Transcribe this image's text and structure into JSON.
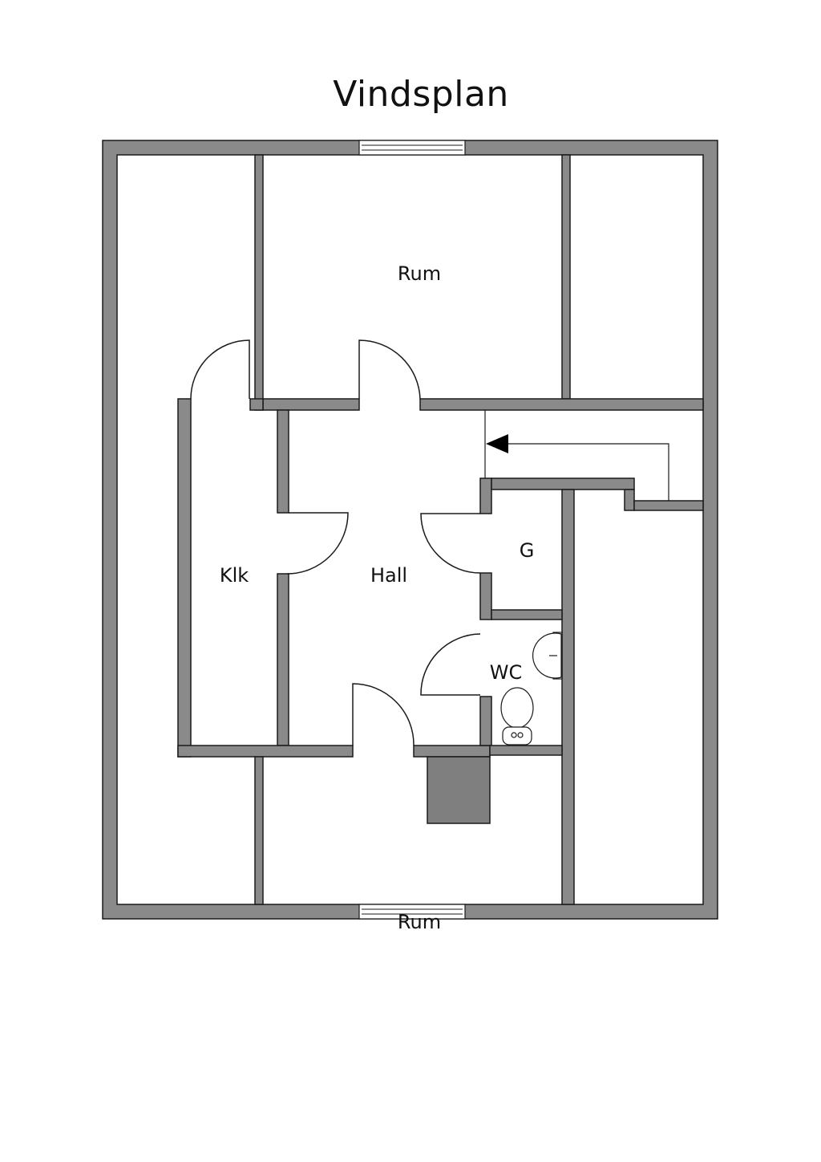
{
  "title": "Vindsplan",
  "rooms": {
    "rum_top": "Rum",
    "klk": "Klk",
    "hall": "Hall",
    "g": "G",
    "wc": "WC",
    "rum_bottom": "Rum"
  },
  "colors": {
    "wall": "#8a8a8a",
    "wall_outline": "#1a1a1a",
    "chimney": "#7f7f7f",
    "background": "#ffffff"
  },
  "icons": [
    "door-swing-icon",
    "window-icon",
    "stair-arrow-icon",
    "sink-icon",
    "toilet-icon"
  ]
}
